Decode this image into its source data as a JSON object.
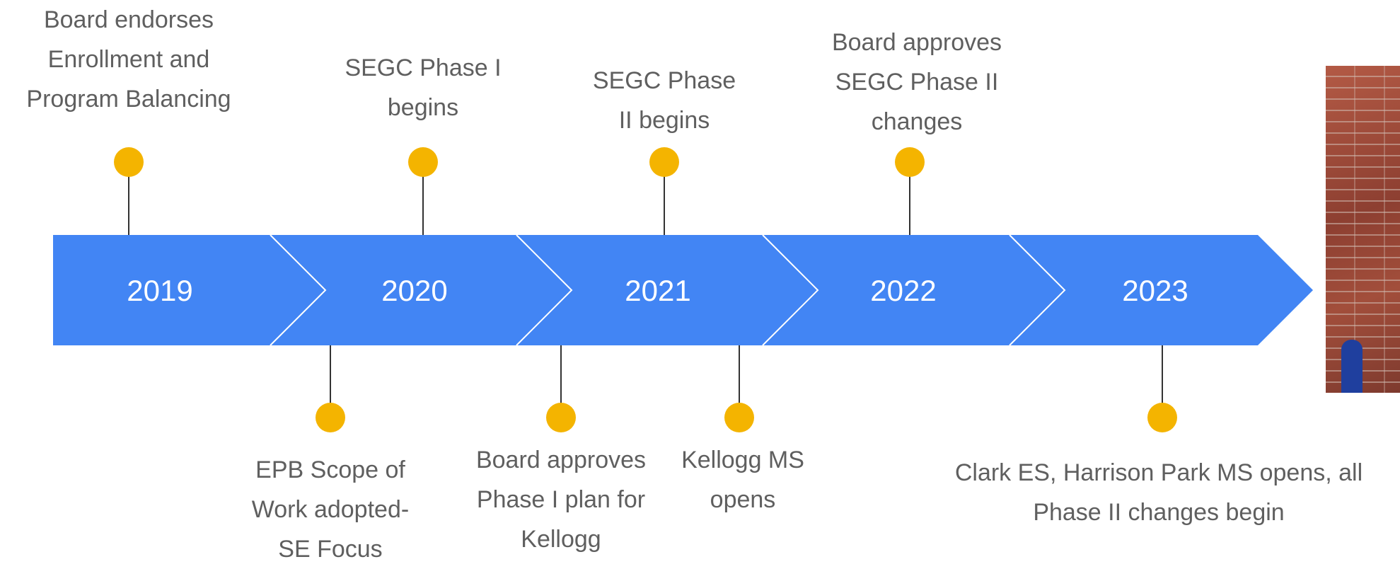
{
  "colors": {
    "band": "#4285f4",
    "marker": "#f4b400",
    "connector": "#333333",
    "label_text": "#5f5f5f",
    "year_text": "#ffffff"
  },
  "years": [
    "2019",
    "2020",
    "2021",
    "2022",
    "2023"
  ],
  "events_above": [
    {
      "text": "Board endorses\nEnrollment and\nProgram Balancing",
      "year": "2019"
    },
    {
      "text": "SEGC Phase I\nbegins",
      "year": "2020"
    },
    {
      "text": "SEGC Phase\nII begins",
      "year": "2021"
    },
    {
      "text": "Board approves\nSEGC Phase II\nchanges",
      "year": "2022"
    }
  ],
  "events_below": [
    {
      "text": "EPB Scope of\nWork adopted-\nSE Focus",
      "year": "2020"
    },
    {
      "text": "Board approves\nPhase I plan for\nKellogg",
      "year": "2021"
    },
    {
      "text": "Kellogg MS\nopens",
      "year": "2021"
    },
    {
      "text": "Clark ES, Harrison Park MS opens, all\nPhase II changes begin",
      "year": "2023"
    }
  ],
  "photo": {
    "description_icon": "brick-wall-photo"
  }
}
